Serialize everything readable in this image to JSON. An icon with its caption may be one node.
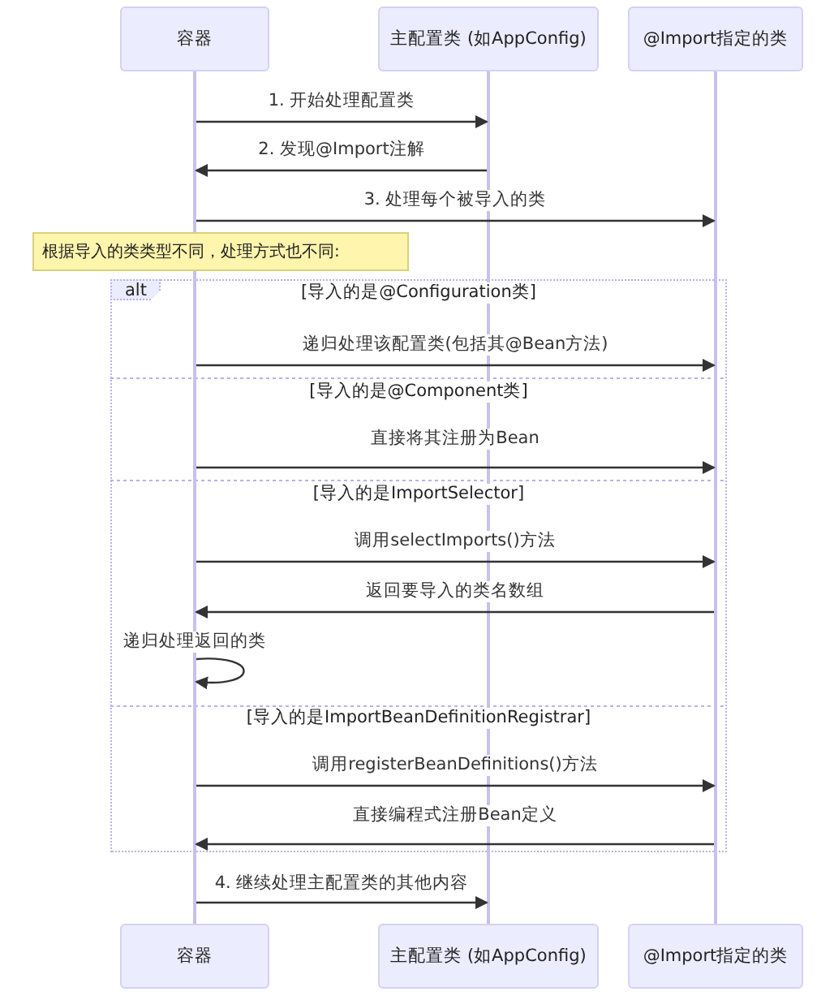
{
  "diagram": {
    "nodes": [
      {
        "text": [
          "容器"
        ]
      },
      {
        "text": [
          "主配置类 (如AppConfig)"
        ]
      },
      {
        "text": [
          "@Import指定的类"
        ]
      },
      {
        "text": [
          "根据导入的类类型不同，处理方式也不同:"
        ]
      },
      {
        "text": [
          "alt"
        ]
      },
      {
        "text": [
          "容器"
        ]
      },
      {
        "text": [
          "主配置类 (如AppConfig)"
        ]
      },
      {
        "text": [
          "@Import指定的类"
        ]
      },
      {
        "text": [],
        "shape": "bar"
      },
      {
        "text": [],
        "shape": "bar"
      },
      {
        "text": [],
        "shape": "bar"
      }
    ],
    "edges": [
      {
        "from": 8,
        "to": 9,
        "arrow": "to",
        "label": "1. 开始处理配置类"
      },
      {
        "from": 9,
        "to": 8,
        "arrow": "to",
        "label": "2. 发现@Import注解"
      },
      {
        "from": 8,
        "to": 10,
        "arrow": "to",
        "label": "3. 处理每个被导入的类"
      },
      {
        "from": 8,
        "to": 10,
        "arrow": "to",
        "label": "递归处理该配置类(包括其@Bean方法)"
      },
      {
        "from": 8,
        "to": 10,
        "arrow": "to",
        "label": "直接将其注册为Bean"
      },
      {
        "from": 8,
        "to": 10,
        "arrow": "to",
        "label": "调用selectImports()方法"
      },
      {
        "from": 10,
        "to": 8,
        "arrow": "to",
        "label": "返回要导入的类名数组"
      },
      {
        "from": 8,
        "to": 8,
        "arrow": "to",
        "label": "递归处理返回的类"
      },
      {
        "from": 8,
        "to": 10,
        "arrow": "to",
        "label": "调用registerBeanDefinitions()方法"
      },
      {
        "from": 10,
        "to": 8,
        "arrow": "to",
        "label": "直接编程式注册Bean定义"
      },
      {
        "from": 8,
        "to": 9,
        "arrow": "to",
        "label": "4. 继续处理主配置类的其他内容"
      }
    ],
    "labels": [
      "[导入的是@Configuration类]",
      "[导入的是@Component类]",
      "[导入的是ImportSelector]",
      "[导入的是ImportBeanDefinitionRegistrar]"
    ]
  }
}
